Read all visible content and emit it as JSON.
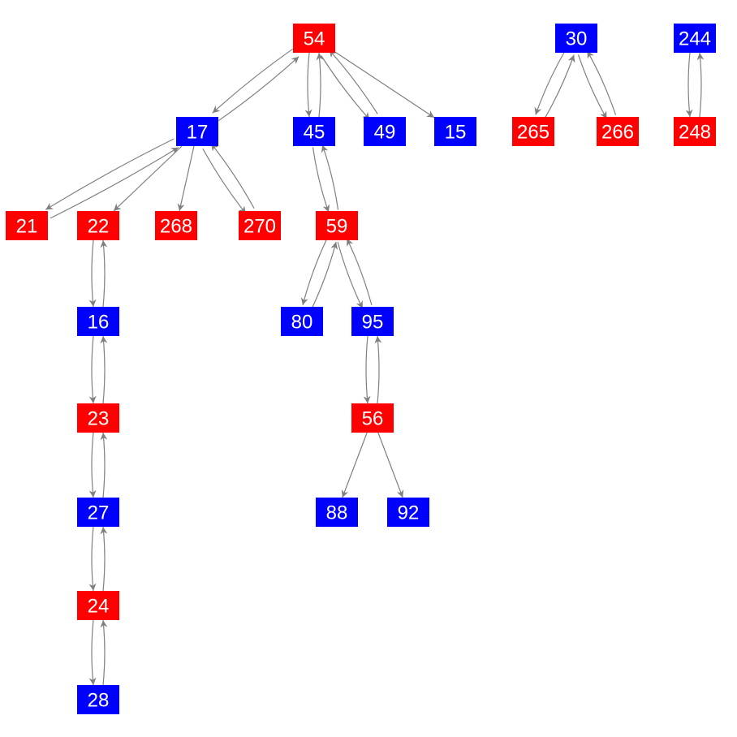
{
  "colors": {
    "red": "#ff0000",
    "blue": "#0000ff",
    "edge": "#808080",
    "label": "#ffffff"
  },
  "nodes": [
    {
      "id": "54",
      "label": "54",
      "color": "red"
    },
    {
      "id": "30",
      "label": "30",
      "color": "blue"
    },
    {
      "id": "244",
      "label": "244",
      "color": "blue"
    },
    {
      "id": "17",
      "label": "17",
      "color": "blue"
    },
    {
      "id": "45",
      "label": "45",
      "color": "blue"
    },
    {
      "id": "49",
      "label": "49",
      "color": "blue"
    },
    {
      "id": "15",
      "label": "15",
      "color": "blue"
    },
    {
      "id": "265",
      "label": "265",
      "color": "red"
    },
    {
      "id": "266",
      "label": "266",
      "color": "red"
    },
    {
      "id": "248",
      "label": "248",
      "color": "red"
    },
    {
      "id": "21",
      "label": "21",
      "color": "red"
    },
    {
      "id": "22",
      "label": "22",
      "color": "red"
    },
    {
      "id": "268",
      "label": "268",
      "color": "red"
    },
    {
      "id": "270",
      "label": "270",
      "color": "red"
    },
    {
      "id": "59",
      "label": "59",
      "color": "red"
    },
    {
      "id": "16",
      "label": "16",
      "color": "blue"
    },
    {
      "id": "80",
      "label": "80",
      "color": "blue"
    },
    {
      "id": "95",
      "label": "95",
      "color": "blue"
    },
    {
      "id": "23",
      "label": "23",
      "color": "red"
    },
    {
      "id": "56",
      "label": "56",
      "color": "red"
    },
    {
      "id": "27",
      "label": "27",
      "color": "blue"
    },
    {
      "id": "88",
      "label": "88",
      "color": "blue"
    },
    {
      "id": "92",
      "label": "92",
      "color": "blue"
    },
    {
      "id": "24",
      "label": "24",
      "color": "red"
    },
    {
      "id": "28",
      "label": "28",
      "color": "blue"
    }
  ],
  "edges": [
    [
      "54",
      "17"
    ],
    [
      "17",
      "54"
    ],
    [
      "54",
      "45"
    ],
    [
      "45",
      "54"
    ],
    [
      "54",
      "49"
    ],
    [
      "49",
      "54"
    ],
    [
      "54",
      "15"
    ],
    [
      "17",
      "21"
    ],
    [
      "21",
      "17"
    ],
    [
      "17",
      "22"
    ],
    [
      "17",
      "268"
    ],
    [
      "17",
      "270"
    ],
    [
      "270",
      "17"
    ],
    [
      "45",
      "59"
    ],
    [
      "59",
      "45"
    ],
    [
      "59",
      "80"
    ],
    [
      "80",
      "59"
    ],
    [
      "59",
      "95"
    ],
    [
      "95",
      "59"
    ],
    [
      "95",
      "56"
    ],
    [
      "56",
      "95"
    ],
    [
      "56",
      "88"
    ],
    [
      "56",
      "92"
    ],
    [
      "22",
      "16"
    ],
    [
      "16",
      "22"
    ],
    [
      "16",
      "23"
    ],
    [
      "23",
      "16"
    ],
    [
      "23",
      "27"
    ],
    [
      "27",
      "23"
    ],
    [
      "27",
      "24"
    ],
    [
      "24",
      "27"
    ],
    [
      "24",
      "28"
    ],
    [
      "28",
      "24"
    ],
    [
      "30",
      "265"
    ],
    [
      "265",
      "30"
    ],
    [
      "30",
      "266"
    ],
    [
      "266",
      "30"
    ],
    [
      "244",
      "248"
    ],
    [
      "248",
      "244"
    ]
  ]
}
